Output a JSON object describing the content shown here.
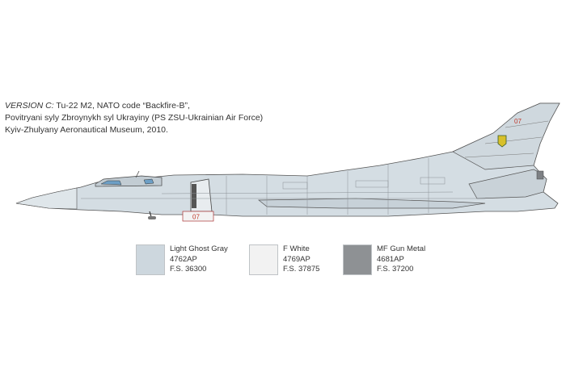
{
  "caption": {
    "version_label": "VERSION C:",
    "line1_rest": " Tu-22 M2, NATO code “Backfire-B”,",
    "line2": "Povitryani syly Zbroynykh syl Ukrayiny (PS ZSU-Ukrainian Air Force)",
    "line3": "Kyiv-Zhulyany Aeronautical Museum, 2010."
  },
  "aircraft": {
    "tail_code": "07",
    "nose_code": "07"
  },
  "swatches": [
    {
      "name": "Light Ghost Gray",
      "code": "4762AP",
      "fs": "F.S. 36300",
      "color": "#cdd7de"
    },
    {
      "name": "F White",
      "code": "4769AP",
      "fs": "F.S. 37875",
      "color": "#f2f2f2"
    },
    {
      "name": "MF Gun Metal",
      "code": "4681AP",
      "fs": "F.S. 37200",
      "color": "#8e9194"
    }
  ]
}
